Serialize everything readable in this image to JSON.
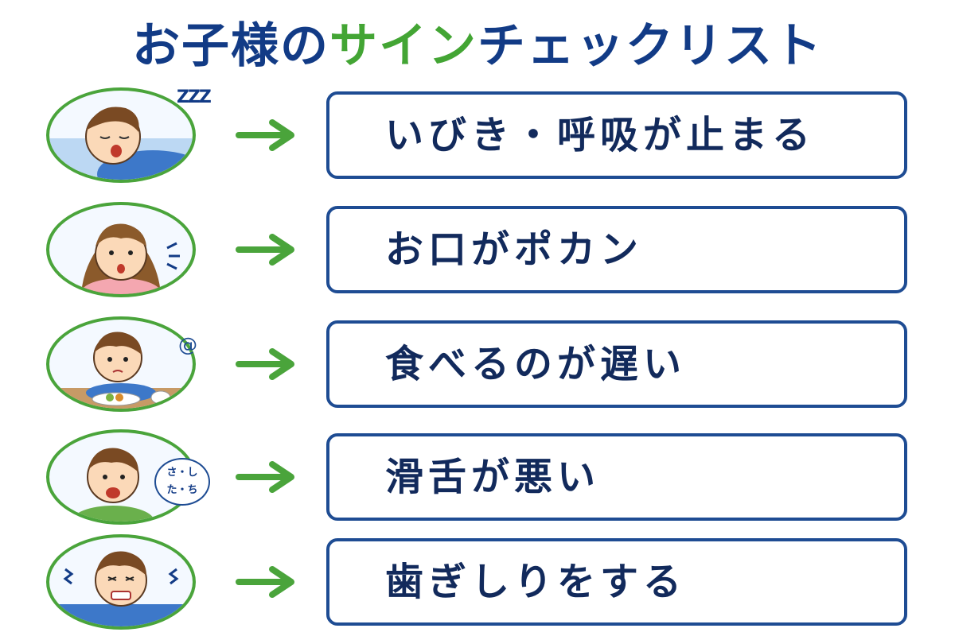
{
  "title": {
    "part1": "お子様の",
    "highlight": "サイン",
    "part2": "チェックリスト"
  },
  "items": [
    {
      "label": "いびき・呼吸が止まる",
      "icon": "sleeping-child-icon"
    },
    {
      "label": "お口がポカン",
      "icon": "open-mouth-child-icon"
    },
    {
      "label": "食べるのが遅い",
      "icon": "eating-child-icon"
    },
    {
      "label": "滑舌が悪い",
      "icon": "speaking-child-icon"
    },
    {
      "label": "歯ぎしりをする",
      "icon": "teeth-grinding-child-icon"
    }
  ],
  "speech_bubble": {
    "line1": "さ・し",
    "line2": "た・ち"
  },
  "sleep_symbol": "ZZZ",
  "colors": {
    "navy": "#123b86",
    "green": "#43a534",
    "box_border": "#1e4c93"
  }
}
